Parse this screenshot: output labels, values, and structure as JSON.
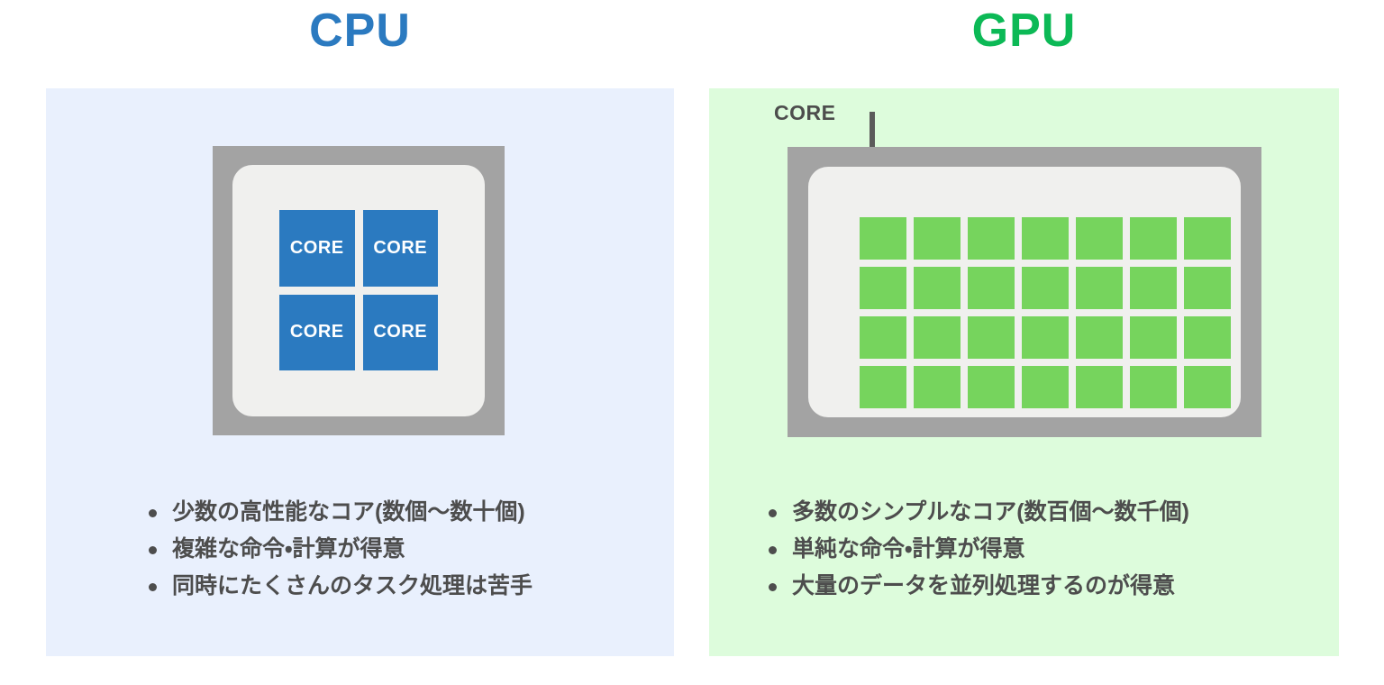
{
  "panels": [
    {
      "id": "cpu",
      "title": "CPU",
      "title_color": "#2b7ac0",
      "panel_bg": "#e9f0fd",
      "chip": {
        "frame_color": "#a3a3a3",
        "inner_color": "#f0f0ee",
        "core_color": "#2b7ac0",
        "core_label": "CORE",
        "core_rows": 2,
        "core_cols": 2,
        "core_count": 4,
        "cores": [
          "CORE",
          "CORE",
          "CORE",
          "CORE"
        ]
      },
      "annotation": null,
      "bullets": [
        "少数の高性能なコア(数個〜数十個)",
        "複雑な命令・計算が得意",
        "同時にたくさんのタスク処理は苦手"
      ]
    },
    {
      "id": "gpu",
      "title": "GPU",
      "title_color": "#0cb956",
      "panel_bg": "#ddfcdc",
      "chip": {
        "frame_color": "#a3a3a3",
        "inner_color": "#f0f0ee",
        "core_color": "#76d45d",
        "core_label": "",
        "core_rows": 4,
        "core_cols": 7,
        "core_count": 28
      },
      "annotation": {
        "label": "CORE",
        "color": "#4d4d4d",
        "points_to": "first-core-cell"
      },
      "bullets": [
        "多数のシンプルなコア(数百個〜数千個)",
        "単純な命令・計算が得意",
        "大量のデータを並列処理するのが得意"
      ]
    }
  ],
  "colors": {
    "text": "#4d4d4d",
    "bullet": "#4d4d4d",
    "page_bg": "#ffffff"
  }
}
